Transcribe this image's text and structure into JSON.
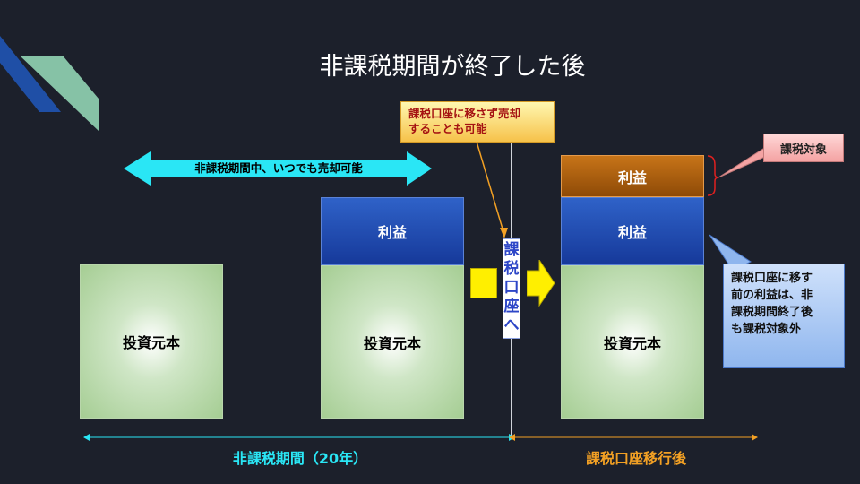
{
  "title": "非課税期間が終了した後",
  "arrow_label": "非課税期間中、いつでも売却可能",
  "bar1": {
    "principal": "投資元本"
  },
  "bar2": {
    "profit": "利益",
    "principal": "投資元本"
  },
  "bar3": {
    "taxed_profit": "利益",
    "profit": "利益",
    "principal": "投資元本"
  },
  "transfer_label": "課税口座へ",
  "callout_sell": {
    "line1": "課税口座に移さず売却",
    "line2": "することも可能"
  },
  "callout_taxed": "課税対象",
  "callout_note": {
    "line1": "課税口座に移す",
    "line2": "前の利益は、非",
    "line3": "課税期間終了後",
    "line4": "も課税対象外"
  },
  "period_taxfree": "非課税期間（20年）",
  "period_taxable": "課税口座移行後",
  "colors": {
    "accent_cyan": "#2ae6f5",
    "accent_orange": "#f2a024",
    "arrow_yellow": "#ffef00"
  }
}
